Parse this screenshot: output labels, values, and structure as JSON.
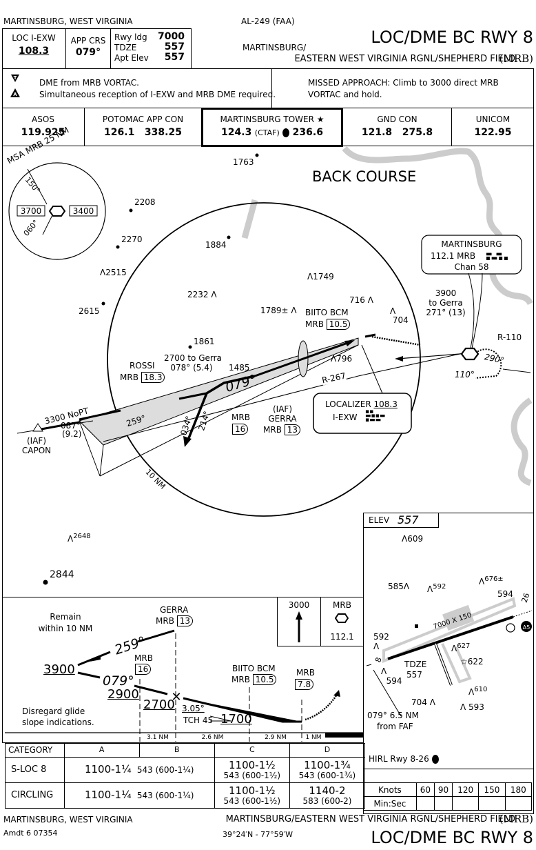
{
  "header": {
    "location": "MARTINSBURG, WEST VIRGINIA",
    "chart_id": "AL-249 (FAA)",
    "loc_label": "LOC  I-EXW",
    "loc_freq": "108.3",
    "app_crs_label": "APP CRS",
    "app_crs": "079°",
    "rwy_ldg_label": "Rwy ldg",
    "rwy_ldg": "7000",
    "tdze_label": "TDZE",
    "tdze": "557",
    "apt_elev_label": "Apt Elev",
    "apt_elev": "557",
    "airport_line1": "MARTINSBURG/",
    "airport_line2": "EASTERN WEST VIRGINIA RGNL/SHEPHERD FIELD",
    "airport_id": "(MRB)",
    "procedure": "LOC/DME BC RWY 8"
  },
  "notes": {
    "note1": "DME from MRB VORTAC.",
    "note2": "Simultaneous reception of I-EXW and MRB DME required.",
    "missed1": "MISSED APPROACH:  Climb to 3000 direct MRB",
    "missed2": "VORTAC and hold."
  },
  "comms": [
    {
      "label": "ASOS",
      "freq": "119.925"
    },
    {
      "label": "POTOMAC APP CON",
      "freq": "126.1   338.25"
    },
    {
      "label": "MARTINSBURG TOWER ★",
      "freq_a": "124.3",
      "ctaf": "(CTAF)",
      "freq_b": "236.6"
    },
    {
      "label": "GND CON",
      "freq": "121.8   275.8"
    },
    {
      "label": "UNICOM",
      "freq": "122.95"
    }
  ],
  "plan": {
    "msa_label": "MSA MRB 25 NM",
    "msa_b1": "150°",
    "msa_b2": "060°",
    "msa_alt_w": "3700",
    "msa_alt_e": "3400",
    "back_course": "BACK COURSE",
    "ring_label": "10 NM",
    "obstacles": [
      "1763",
      "2208",
      "2270",
      "2515",
      "2615",
      "1884",
      "1749",
      "2232",
      "1789±",
      "716",
      "704",
      "1861",
      "1485",
      "796",
      "2648",
      "2844"
    ],
    "vortac_name": "MARTINSBURG",
    "vortac_freq": "112.1  MRB",
    "vortac_chan": "Chan 58",
    "hold_alt": "3900",
    "hold_to": "to Gerra",
    "hold_crs": "271° (13)",
    "hold_r": "R-110",
    "hold_in": "290°",
    "hold_out": "110°",
    "biito_name": "BIITO BCM",
    "biito_dme": "10.5",
    "mrb": "MRB",
    "rossi_name": "ROSSI",
    "rossi_dme": "18.3",
    "gerra_note1": "2700 to Gerra",
    "gerra_note2": "078° (5.4)",
    "final_crs": "079°",
    "r267": "R-267",
    "capon_note1": "3300 NoPT",
    "capon_note2": "087°",
    "capon_note3": "(9.2)",
    "capon_iaf": "(IAF)",
    "capon_name": "CAPON",
    "crs_259": "259°",
    "crs_034": "034°",
    "crs_214": "214°",
    "fix16_dme": "16",
    "gerra_iaf": "(IAF)",
    "gerra_name": "GERRA",
    "gerra_dme": "13",
    "loc_box_label": "LOCALIZER",
    "loc_box_freq": "108.3",
    "loc_box_id": "I-EXW"
  },
  "profile": {
    "remain1": "Remain",
    "remain2": "within 10 NM",
    "gerra": "GERRA",
    "mrb": "MRB",
    "gerra_dme": "13",
    "crs_259": "259°",
    "crs_079": "079°",
    "alt_3900": "3900",
    "alt_2900": "2900",
    "alt_2700": "2700",
    "alt_1700": "1700",
    "fix16": "16",
    "biito": "BIITO BCM",
    "biito_dme": "10.5",
    "map_dme": "7.8",
    "gs": "3.05°",
    "tch": "TCH 45",
    "disregard1": "Disregard glide",
    "disregard2": "slope indications.",
    "ma_alt": "3000",
    "ma_fix": "MRB",
    "ma_freq": "112.1",
    "dist": [
      "3.1 NM",
      "2.6 NM",
      "2.9 NM",
      "1 NM"
    ]
  },
  "minimums": {
    "header": [
      "CATEGORY",
      "A",
      "B",
      "C",
      "D"
    ],
    "rows": [
      {
        "label": "S-LOC 8",
        "ab_main": "1100-1¼",
        "ab_sub": "543 (600-1¼)",
        "c_main": "1100-1½",
        "c_sub": "543 (600-1½)",
        "d_main": "1100-1¾",
        "d_sub": "543 (600-1¾)"
      },
      {
        "label": "CIRCLING",
        "ab_main": "1100-1¼",
        "ab_sub": "543 (600-1¼)",
        "c_main": "1100-1½",
        "c_sub": "543 (600-1½)",
        "d_main": "1140-2",
        "d_sub": "583 (600-2)"
      }
    ]
  },
  "airport": {
    "elev_label": "ELEV",
    "elev": "557",
    "obstacles": [
      "609",
      "585",
      "592",
      "676±",
      "594",
      "592",
      "627",
      "622",
      "594",
      "704",
      "610",
      "593"
    ],
    "rwy_dims": "7000 X 150",
    "rwy_end_w": "8",
    "rwy_end_e": "26",
    "tdze": "TDZE",
    "tdze_val": "557",
    "faf_note1": "079° 6.5 NM",
    "faf_note2": "from FAF",
    "hirl": "HIRL Rwy 8-26",
    "speed_header": [
      "Knots",
      "60",
      "90",
      "120",
      "150",
      "180"
    ],
    "speed_row_label": "Min:Sec"
  },
  "footer": {
    "location": "MARTINSBURG, WEST VIRGINIA",
    "amendment": "Amdt 6  07354",
    "airport": "MARTINSBURG/EASTERN WEST VIRGINIA RGNL/SHEPHERD FIELD",
    "airport_id": "(MRB)",
    "coords": "39°24′N - 77°59′W",
    "procedure": "LOC/DME BC RWY 8"
  }
}
